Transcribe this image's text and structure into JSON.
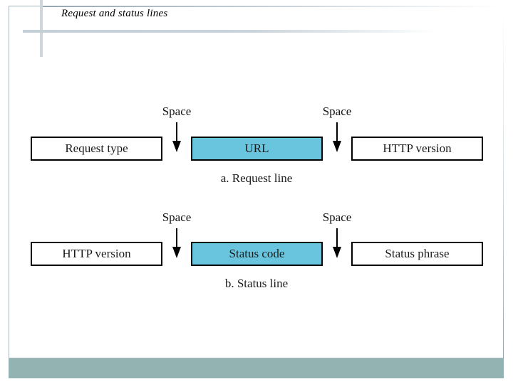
{
  "slide": {
    "title": "Request and status lines",
    "accent_color": "#93b2b2",
    "frame_color": "#aab8c0",
    "highlight_color": "#69c5de",
    "background_color": "#ffffff"
  },
  "diagram": {
    "rows": [
      {
        "id": "request-line",
        "caption": "a. Request line",
        "fields": [
          {
            "label": "Request type",
            "highlighted": false
          },
          {
            "label": "URL",
            "highlighted": true
          },
          {
            "label": "HTTP version",
            "highlighted": false
          }
        ],
        "separators": [
          {
            "label": "Space",
            "icon": "down-arrow-icon"
          },
          {
            "label": "Space",
            "icon": "down-arrow-icon"
          }
        ]
      },
      {
        "id": "status-line",
        "caption": "b. Status line",
        "fields": [
          {
            "label": "HTTP version",
            "highlighted": false
          },
          {
            "label": "Status code",
            "highlighted": true
          },
          {
            "label": "Status phrase",
            "highlighted": false
          }
        ],
        "separators": [
          {
            "label": "Space",
            "icon": "down-arrow-icon"
          },
          {
            "label": "Space",
            "icon": "down-arrow-icon"
          }
        ]
      }
    ]
  }
}
